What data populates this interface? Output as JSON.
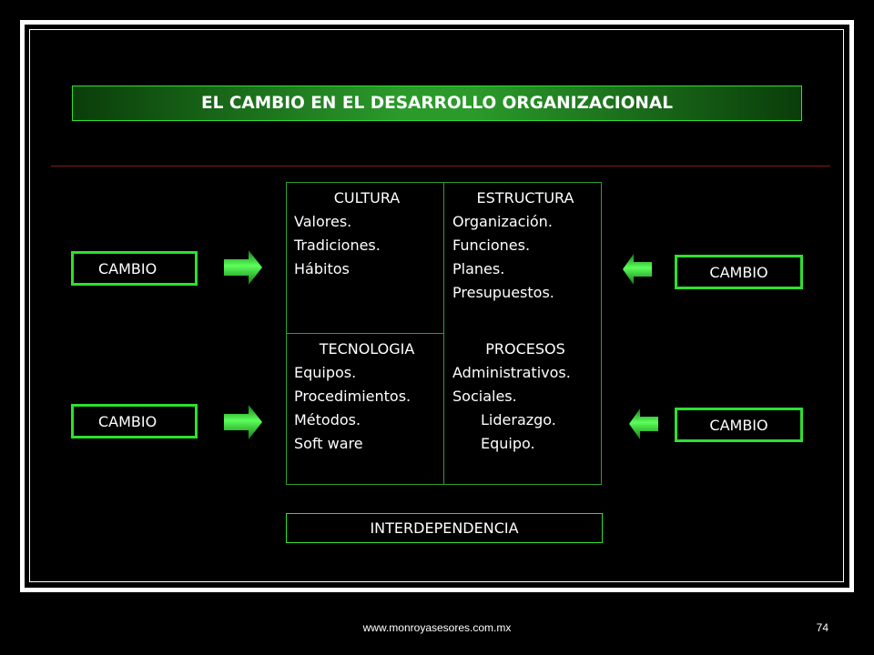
{
  "title": "EL CAMBIO EN EL DESARROLLO ORGANIZACIONAL",
  "quadrants": {
    "cultura": {
      "heading": "CULTURA",
      "items": [
        "Valores.",
        "Tradiciones.",
        "Hábitos"
      ]
    },
    "estructura": {
      "heading": "ESTRUCTURA",
      "items": [
        "Organización.",
        "Funciones.",
        "Planes.",
        "Presupuestos."
      ]
    },
    "tecnologia": {
      "heading": "TECNOLOGIA",
      "items": [
        "Equipos.",
        "Procedimientos.",
        "Métodos.",
        "Soft ware"
      ]
    },
    "procesos": {
      "heading": "PROCESOS",
      "items": [
        "Administrativos.",
        "Sociales.",
        "Liderazgo.",
        "Equipo."
      ]
    }
  },
  "cambio_labels": {
    "left_top": "CAMBIO",
    "left_bottom": "CAMBIO",
    "right_top": "CAMBIO",
    "right_bottom": "CAMBIO"
  },
  "interdependencia": "INTERDEPENDENCIA",
  "footer": {
    "url": "www.monroyasesores.com.mx",
    "page": "74"
  },
  "colors": {
    "background": "#000000",
    "frame": "#ffffff",
    "accent_green": "#2ee02e",
    "title_gradient_center": "#2b9a2b",
    "divider": "#8a1a1a"
  },
  "icons": {
    "arrow_left_top": "arrow-right-icon",
    "arrow_left_bottom": "arrow-right-icon",
    "arrow_right_top": "arrow-left-icon",
    "arrow_right_bottom": "arrow-left-icon"
  }
}
